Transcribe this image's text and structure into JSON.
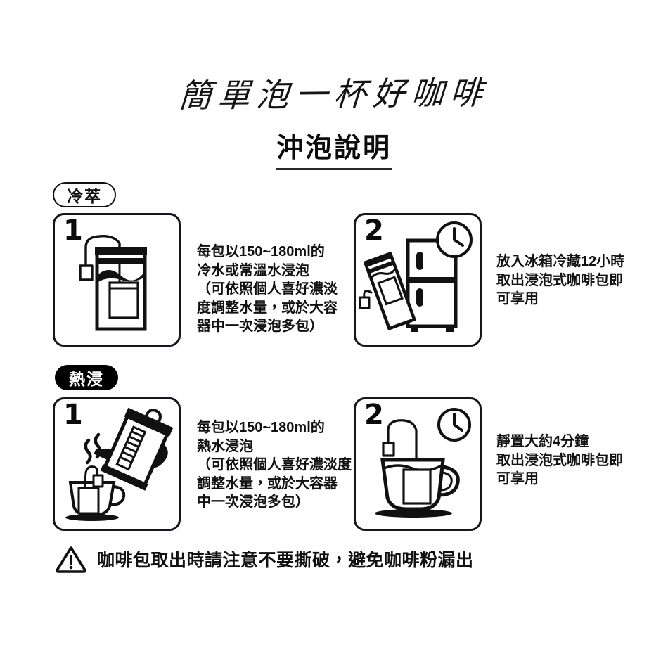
{
  "header": {
    "title": "簡單泡一杯好咖啡",
    "subtitle": "沖泡說明"
  },
  "sections": [
    {
      "label": "冷萃",
      "style": "outline",
      "steps": [
        {
          "number": "1",
          "icon": "tumbler-with-coffee-bag-icon",
          "text_lines": [
            "每包以150~180ml的",
            "冷水或常溫水浸泡",
            "（可依照個人喜好濃淡",
            "度調整水量，或於大容",
            "器中一次浸泡多包）"
          ]
        },
        {
          "number": "2",
          "icon": "refrigerator-with-clock-icon",
          "text_lines": [
            "放入冰箱冷藏12小時",
            "取出浸泡式咖啡包即",
            "可享用"
          ]
        }
      ]
    },
    {
      "label": "熱浸",
      "style": "filled",
      "steps": [
        {
          "number": "1",
          "icon": "kettle-pouring-into-cup-icon",
          "text_lines": [
            "每包以150~180ml的",
            "熱水浸泡",
            "（可依照個人喜好濃淡度",
            "調整水量，或於大容器",
            "中一次浸泡多包）"
          ]
        },
        {
          "number": "2",
          "icon": "cup-with-teabag-and-clock-icon",
          "text_lines": [
            "靜置大約4分鐘",
            "取出浸泡式咖啡包即",
            "可享用"
          ]
        }
      ]
    }
  ],
  "warning": {
    "icon": "warning-triangle-icon",
    "text": "咖啡包取出時請注意不要撕破，避免咖啡粉漏出"
  },
  "colors": {
    "background": "#ffffff",
    "ink": "#111111",
    "box_border": "#15161f",
    "pill_filled_bg": "#000000",
    "pill_filled_text": "#ffffff"
  }
}
